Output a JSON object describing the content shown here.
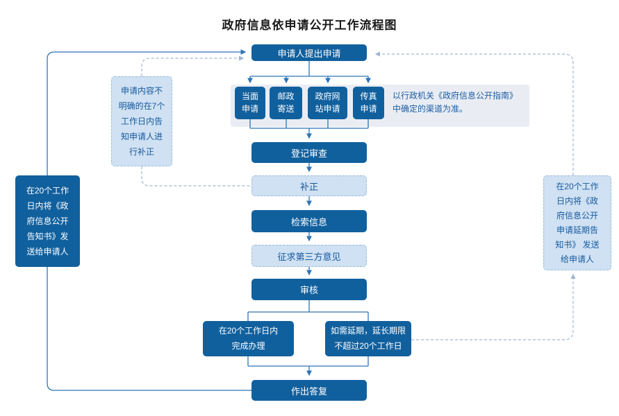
{
  "title": "政府信息依申请公开工作流程图",
  "colors": {
    "dark_box": "#11609e",
    "light_box_fill": "#cfe1f2",
    "light_box_border": "#9dbcdc",
    "panel_background": "#e9edf3",
    "solid_line": "#2e74b5",
    "dashed_line": "#9fb6d2",
    "note_text": "#1c5ca4",
    "title_text": "#1a1a1a"
  },
  "nodes": {
    "start": "申请人提出申请",
    "channels": [
      {
        "label": "当面\n申请"
      },
      {
        "label": "邮政\n寄送"
      },
      {
        "label": "政府网\n站申请"
      },
      {
        "label": "传真\n申请"
      }
    ],
    "channel_note": "以行政机关《政府信息公开指南》\n中确定的渠道为准。",
    "left_note": "申请内容不\n明确的在7个\n工作日内告\n知申请人进\n行补正",
    "register": "登记审查",
    "supplement": "补正",
    "search": "检索信息",
    "third_party": "征求第三方意见",
    "review": "审核",
    "complete_20days": "在20个工作日内\n完成办理",
    "extension": "如需延期，延长期限\n不超过20个工作日",
    "reply": "作出答复",
    "left_notice": "在20个工作\n日内将《政\n府信息公开\n告知书》发\n送给申请人",
    "right_notice": "在20个工作\n日内将《政\n府信息公开\n申请延期告\n知书》 发送\n给申请人"
  }
}
